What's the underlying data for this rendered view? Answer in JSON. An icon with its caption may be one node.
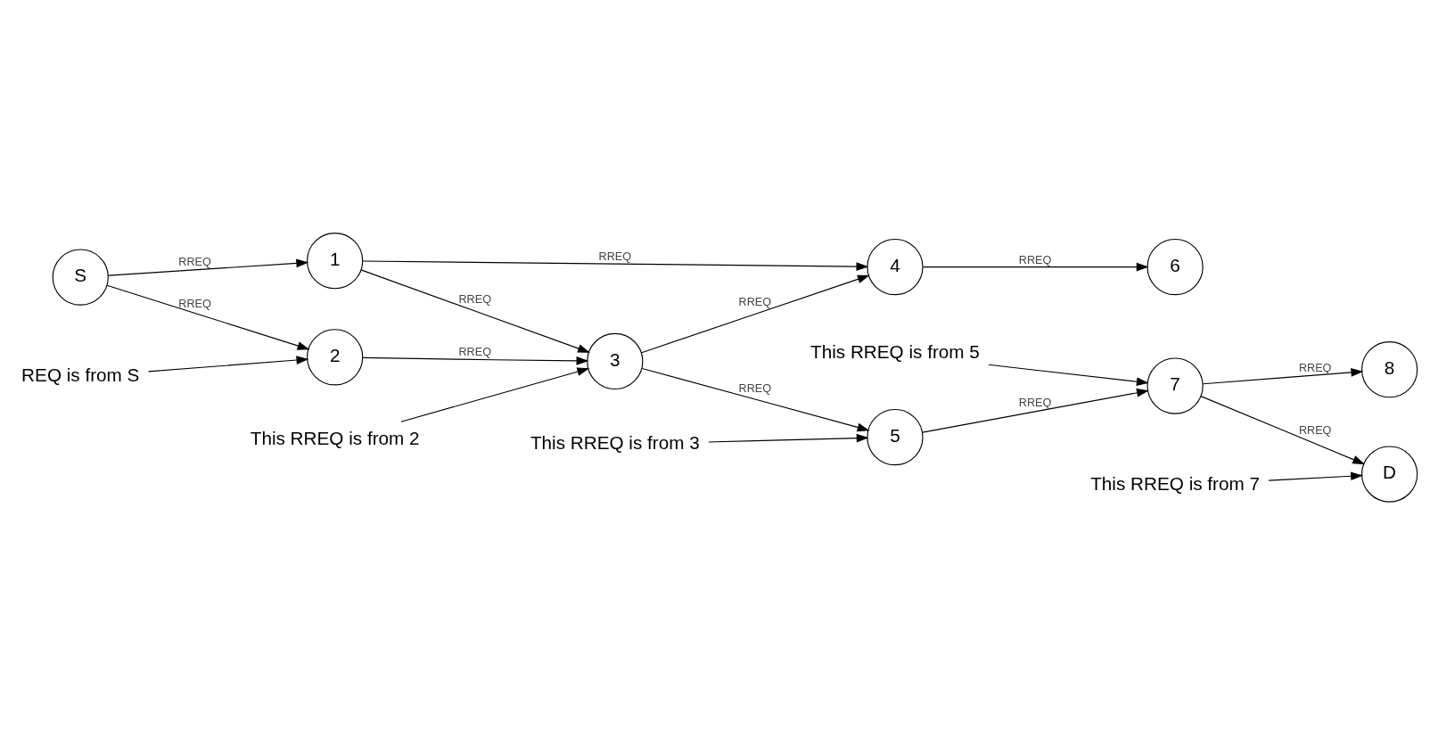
{
  "diagram": {
    "nodes": [
      {
        "text": [
          "S"
        ]
      },
      {
        "text": [
          "1"
        ]
      },
      {
        "text": [
          "2"
        ]
      },
      {
        "text": [
          "3"
        ]
      },
      {
        "text": [
          "4"
        ]
      },
      {
        "text": [
          "5"
        ]
      },
      {
        "text": [
          "6"
        ]
      },
      {
        "text": [
          "7"
        ]
      },
      {
        "text": [
          "D"
        ]
      },
      {
        "text": [
          "8"
        ]
      },
      {
        "text": [
          "This RREQ is from 2"
        ]
      },
      {
        "text": [
          "REQ is from S"
        ]
      },
      {
        "text": [
          "This RREQ is from 3"
        ]
      },
      {
        "text": [
          "This RREQ is from 5"
        ]
      },
      {
        "text": [
          "This RREQ is from 7"
        ]
      }
    ],
    "edges": [
      {
        "from": 0,
        "to": 1,
        "arrow": "to",
        "label": "RREQ"
      },
      {
        "from": 0,
        "to": 2,
        "arrow": "to",
        "label": "RREQ"
      },
      {
        "from": 1,
        "to": 4,
        "arrow": "to",
        "label": "RREQ"
      },
      {
        "from": 1,
        "to": 3,
        "arrow": "to",
        "label": "RREQ"
      },
      {
        "from": 2,
        "to": 3,
        "arrow": "to",
        "label": "RREQ"
      },
      {
        "from": 3,
        "to": 4,
        "arrow": "to",
        "label": "RREQ"
      },
      {
        "from": 4,
        "to": 6,
        "arrow": "to",
        "label": "RREQ"
      },
      {
        "from": 3,
        "to": 5,
        "arrow": "to",
        "label": "RREQ"
      },
      {
        "from": 5,
        "to": 7,
        "arrow": "to",
        "label": "RREQ"
      },
      {
        "from": 7,
        "to": 8,
        "arrow": "to",
        "label": "RREQ"
      },
      {
        "from": 7,
        "to": 9,
        "arrow": "to",
        "label": "RREQ"
      },
      {
        "from": 10,
        "to": 3,
        "arrow": "to"
      },
      {
        "from": 11,
        "to": 2,
        "arrow": "to"
      },
      {
        "from": 12,
        "to": 5,
        "arrow": "to"
      },
      {
        "from": 13,
        "to": 7,
        "arrow": "to"
      },
      {
        "from": 14,
        "to": 8,
        "arrow": "to"
      }
    ]
  }
}
